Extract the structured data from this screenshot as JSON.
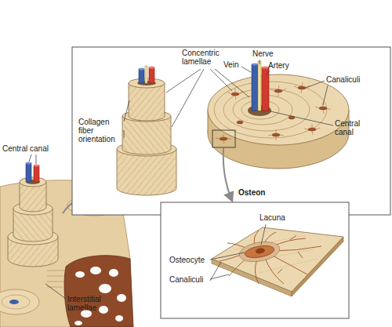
{
  "diagram": {
    "labels": [
      "Concentric lamellae",
      "Nerve",
      "Vein",
      "Artery",
      "Canaliculi",
      "Central canal",
      "Collagen fiber orientation",
      "Central canal",
      "Osteon",
      "Lacuna",
      "Osteocyte",
      "Canaliculi",
      "Interstitial lamellae"
    ]
  }
}
